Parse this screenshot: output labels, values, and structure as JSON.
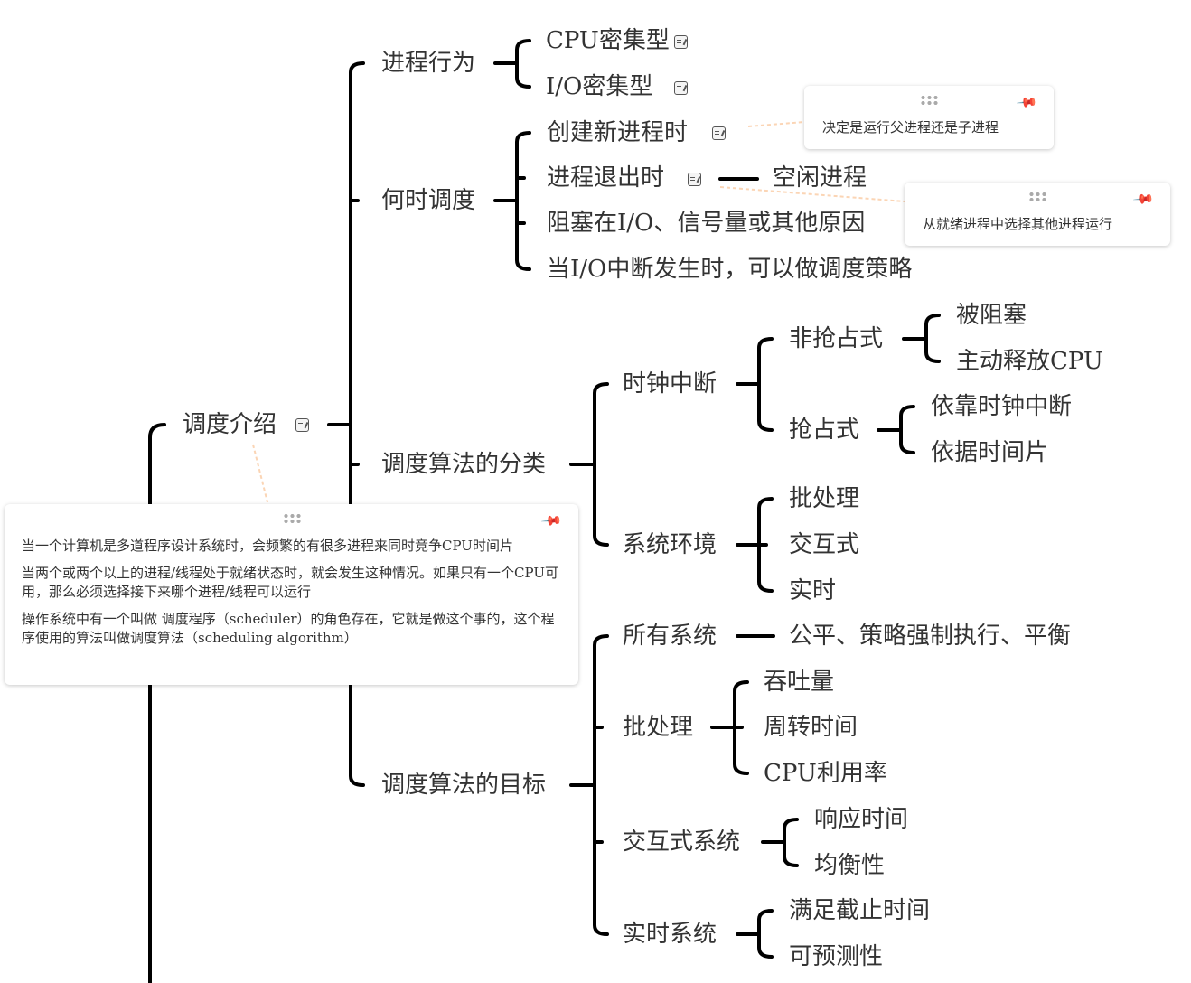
{
  "root": {
    "label": "调度介绍"
  },
  "branches": {
    "behavior": {
      "label": "进程行为",
      "children": [
        "CPU密集型",
        "I/O密集型"
      ]
    },
    "when": {
      "label": "何时调度",
      "children": [
        "创建新进程时",
        "进程退出时",
        "阻塞在I/O、信号量或其他原因",
        "当I/O中断发生时，可以做调度策略"
      ],
      "exit_child": "空闲进程"
    },
    "classify": {
      "label": "调度算法的分类",
      "clock": {
        "label": "时钟中断",
        "nonpreempt": {
          "label": "非抢占式",
          "children": [
            "被阻塞",
            "主动释放CPU"
          ]
        },
        "preempt": {
          "label": "抢占式",
          "children": [
            "依靠时钟中断",
            "依据时间片"
          ]
        }
      },
      "env": {
        "label": "系统环境",
        "children": [
          "批处理",
          "交互式",
          "实时"
        ]
      }
    },
    "goals": {
      "label": "调度算法的目标",
      "all": {
        "label": "所有系统",
        "child": "公平、策略强制执行、平衡"
      },
      "batch": {
        "label": "批处理",
        "children": [
          "吞吐量",
          "周转时间",
          "CPU利用率"
        ]
      },
      "interactive": {
        "label": "交互式系统",
        "children": [
          "响应时间",
          "均衡性"
        ]
      },
      "realtime": {
        "label": "实时系统",
        "children": [
          "满足截止时间",
          "可预测性"
        ]
      }
    }
  },
  "notes": {
    "create": "决定是运行父进程还是子进程",
    "exit": "从就绪进程中选择其他进程运行",
    "root": [
      "当一个计算机是多道程序设计系统时，会频繁的有很多进程来同时竞争CPU时间片",
      "当两个或两个以上的进程/线程处于就绪状态时，就会发生这种情况。如果只有一个CPU可用，那么必须选择接下来哪个进程/线程可以运行",
      "操作系统中有一个叫做 调度程序（scheduler）的角色存在，它就是做这个事的，这个程序使用的算法叫做调度算法（scheduling algorithm）"
    ]
  },
  "colors": {
    "line": "#000000",
    "note_link": "#fbd5b5",
    "text": "#333333"
  }
}
